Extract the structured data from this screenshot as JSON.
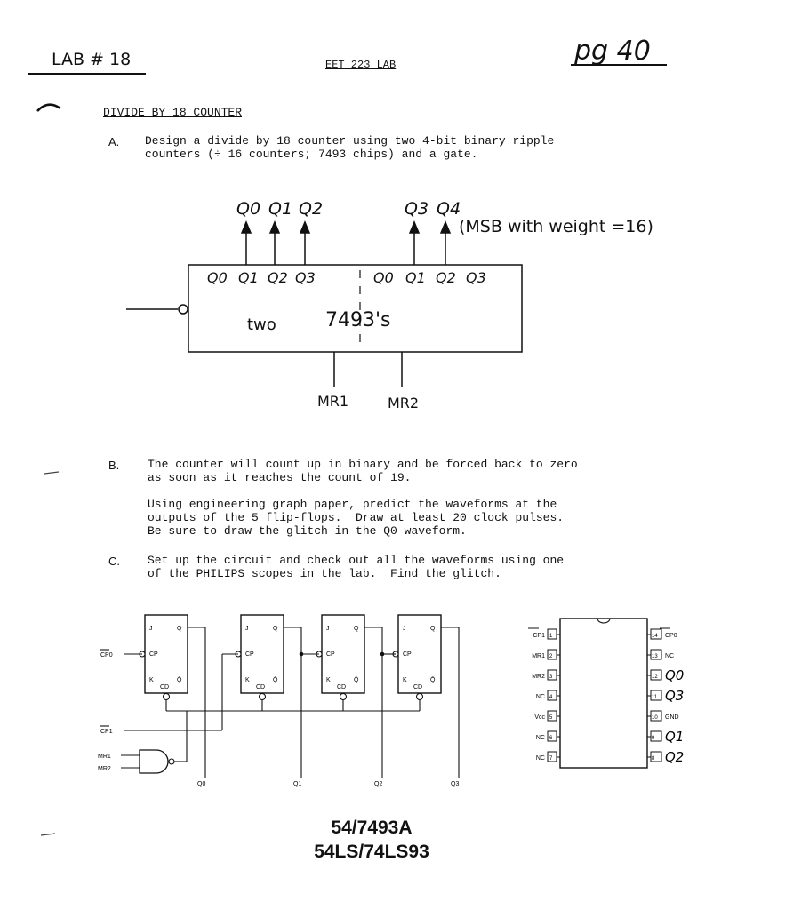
{
  "header": {
    "lab_number": "LAB # 18",
    "course": "EET 223 LAB",
    "page_label": "pg 40"
  },
  "title": "DIVIDE BY 18 COUNTER",
  "section_a": {
    "letter": "A.",
    "lines": [
      "Design a divide by 18 counter using two 4-bit binary ripple",
      "counters (÷ 16 counters; 7493 chips) and a gate."
    ]
  },
  "sketch": {
    "outputs_top": [
      "Q0",
      "Q1",
      "Q2",
      "Q3",
      "Q4"
    ],
    "msb_note": "(MSB with weight =16)",
    "inner_left": [
      "Q0",
      "Q1",
      "Q2",
      "Q3"
    ],
    "inner_right": [
      "Q0",
      "Q1",
      "Q2",
      "Q3"
    ],
    "box_label_left": "two",
    "box_label_right": "7493's",
    "reset_left": "MR1",
    "reset_right": "MR2"
  },
  "section_b": {
    "letter": "B.",
    "para1": [
      "The counter will count up in binary and be forced back to zero",
      "as soon as it reaches the count of 19."
    ],
    "para2": [
      "Using engineering graph paper, predict the waveforms at the",
      "outputs of the 5 flip-flops.  Draw at least 20 clock pulses.",
      "Be sure to draw the glitch in the Q0 waveform."
    ]
  },
  "section_c": {
    "letter": "C.",
    "lines": [
      "Set up the circuit and check out all the waveforms using one",
      "of the PHILIPS scopes in the lab.  Find the glitch."
    ]
  },
  "logic": {
    "ff_pins": {
      "j": "J",
      "q": "Q",
      "cp": "CP",
      "k": "K",
      "qbar": "Q̄",
      "cd": "CD"
    },
    "inputs": [
      "CP0",
      "CP1",
      "MR1",
      "MR2"
    ],
    "outputs": [
      "Q0",
      "Q1",
      "Q2",
      "Q3"
    ]
  },
  "pinout": {
    "left": [
      {
        "num": "1",
        "name": "CP1"
      },
      {
        "num": "2",
        "name": "MR1"
      },
      {
        "num": "3",
        "name": "MR2"
      },
      {
        "num": "4",
        "name": "NC"
      },
      {
        "num": "5",
        "name": "Vcc"
      },
      {
        "num": "6",
        "name": "NC"
      },
      {
        "num": "7",
        "name": "NC"
      }
    ],
    "right": [
      {
        "num": "14",
        "name": "CP0"
      },
      {
        "num": "13",
        "name": "NC"
      },
      {
        "num": "12",
        "name": "Q0"
      },
      {
        "num": "11",
        "name": "Q3"
      },
      {
        "num": "10",
        "name": "GND"
      },
      {
        "num": "9",
        "name": "Q1"
      },
      {
        "num": "8",
        "name": "Q2"
      }
    ]
  },
  "part_numbers": [
    "54/7493A",
    "54LS/74LS93"
  ]
}
